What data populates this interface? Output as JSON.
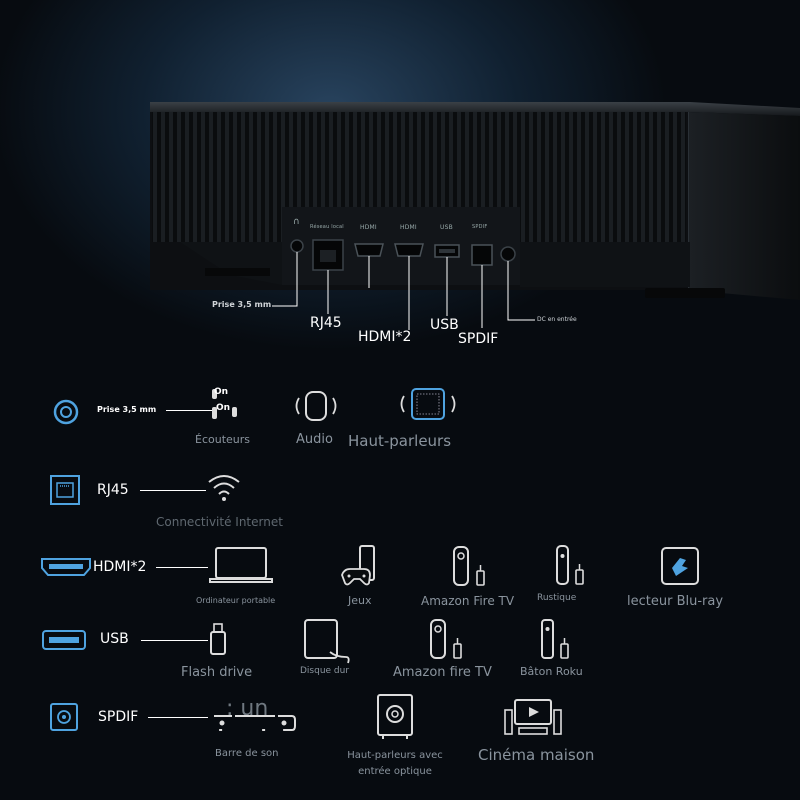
{
  "rear_panel": {
    "port_tags": {
      "headphone": "∩",
      "rj45": "Réseau local",
      "hdmi_1": "HDMI",
      "hdmi_2": "HDMI",
      "usb": "USB",
      "spdif": "SPDIF",
      "dc": ""
    },
    "callouts": {
      "jack": "Prise 3,5 mm",
      "rj45": "RJ45",
      "hdmi": "HDMI*2",
      "usb": "USB",
      "spdif": "SPDIF",
      "dc": "DC en entrée"
    }
  },
  "rows": [
    {
      "connector": "jack-icon",
      "label": "Prise 3,5 mm",
      "devices": [
        {
          "icon": "earbuds-icon",
          "name": "Écouteurs",
          "marks": [
            "On",
            "On"
          ]
        },
        {
          "icon": "smart-speaker-icon",
          "name": "Audio"
        },
        {
          "icon": "speaker-icon",
          "name": "Haut-parleurs"
        }
      ]
    },
    {
      "connector": "ethernet-port-icon",
      "label": "RJ45",
      "devices": [
        {
          "icon": "wifi-icon",
          "name": "Connectivité Internet"
        }
      ]
    },
    {
      "connector": "hdmi-port-icon",
      "label": "HDMI*2",
      "devices": [
        {
          "icon": "laptop-icon",
          "name": "Ordinateur portable"
        },
        {
          "icon": "game-console-icon",
          "name": "Jeux"
        },
        {
          "icon": "fire-tv-stick-icon",
          "name": "Amazon Fire TV"
        },
        {
          "icon": "streaming-stick-icon",
          "name": "Rustique"
        },
        {
          "icon": "bluray-icon",
          "name": "lecteur Blu-ray"
        }
      ]
    },
    {
      "connector": "usb-port-icon",
      "label": "USB",
      "devices": [
        {
          "icon": "flash-drive-icon",
          "name": "Flash drive"
        },
        {
          "icon": "hard-disk-icon",
          "name": "Disque dur"
        },
        {
          "icon": "fire-tv-stick-icon",
          "name": "Amazon fire TV"
        },
        {
          "icon": "roku-stick-icon",
          "name": "Bâton Roku"
        }
      ]
    },
    {
      "connector": "spdif-port-icon",
      "label": "SPDIF",
      "devices": [
        {
          "icon": "soundbar-icon",
          "name": "Barre de son",
          "marks": [
            ": un"
          ]
        },
        {
          "icon": "subwoofer-icon",
          "name": "Haut-parleurs avec entrée optique"
        },
        {
          "icon": "home-cinema-icon",
          "name": "Cinéma maison"
        }
      ]
    }
  ],
  "colors": {
    "accent_blue": "#4fa3e0",
    "text_white": "#ffffff",
    "text_muted": "#8a949e",
    "body": "#0d0f12"
  }
}
